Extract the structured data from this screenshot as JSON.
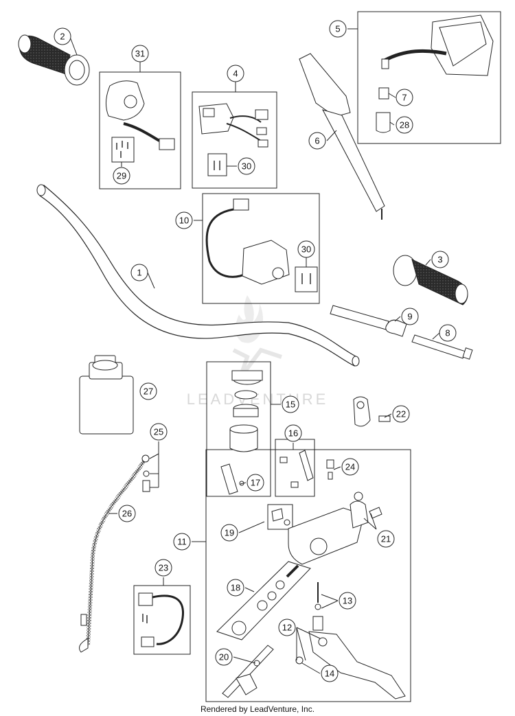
{
  "callouts": [
    "1",
    "2",
    "3",
    "4",
    "5",
    "6",
    "7",
    "8",
    "9",
    "10",
    "11",
    "12",
    "13",
    "14",
    "15",
    "16",
    "17",
    "18",
    "19",
    "20",
    "21",
    "22",
    "23",
    "24",
    "25",
    "26",
    "27",
    "28",
    "29",
    "30",
    "31"
  ],
  "watermark": "LEADVENTURE",
  "footer": "Rendered by LeadVenture, Inc."
}
